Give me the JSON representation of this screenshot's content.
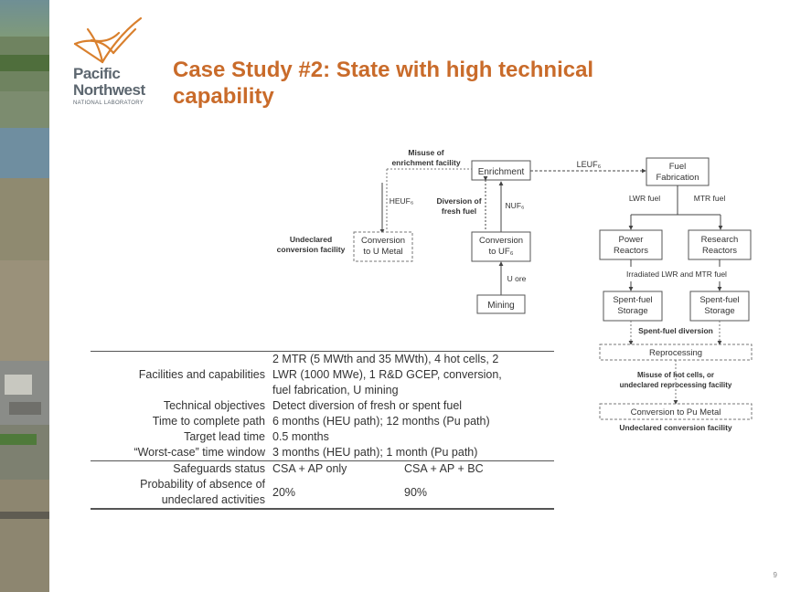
{
  "logo": {
    "line1": "Pacific",
    "line2": "Northwest",
    "line3": "NATIONAL LABORATORY"
  },
  "title": "Case Study #2: State with high technical capability",
  "diagram": {
    "misuse_enrichment": [
      "Misuse of",
      "enrichment facility"
    ],
    "enrichment": "Enrichment",
    "leuf6": "LEUF₆",
    "fuel_fabrication": [
      "Fuel",
      "Fabrication"
    ],
    "heuf6": "HEUF₆",
    "diversion_fresh": [
      "Diversion of",
      "fresh fuel"
    ],
    "nuf6": "NUF₆",
    "lwr_fuel": "LWR fuel",
    "mtr_fuel": "MTR fuel",
    "undeclared_conversion": [
      "Undeclared",
      "conversion facility"
    ],
    "conversion_u_metal": [
      "Conversion",
      "to U Metal"
    ],
    "conversion_uf6": [
      "Conversion",
      "to UF₆"
    ],
    "power_reactors": [
      "Power",
      "Reactors"
    ],
    "research_reactors": [
      "Research",
      "Reactors"
    ],
    "u_ore": "U ore",
    "irradiated": "Irradiated LWR and MTR fuel",
    "mining": "Mining",
    "spent_storage_1": [
      "Spent-fuel",
      "Storage"
    ],
    "spent_storage_2": [
      "Spent-fuel",
      "Storage"
    ],
    "spent_diversion": "Spent-fuel diversion",
    "reprocessing": "Reprocessing",
    "misuse_hot_cells": [
      "Misuse of hot cells, or",
      "undeclared reprocessing facility"
    ],
    "conversion_pu_metal": "Conversion to Pu Metal",
    "undeclared_conv_facility": "Undeclared conversion facility"
  },
  "table": {
    "facilities_intro": "2 MTR (5 MWth and 35 MWth), 4 hot cells, 2",
    "facilities_label": "Facilities and capabilities",
    "facilities_cont1": "LWR (1000 MWe), 1 R&D GCEP, conversion,",
    "facilities_cont2": "fuel fabrication, U mining",
    "objectives_label": "Technical objectives",
    "objectives_value": "Detect diversion of fresh or spent fuel",
    "time_label": "Time to complete path",
    "time_value": "6 months (HEU path); 12 months (Pu path)",
    "lead_label": "Target lead time",
    "lead_value": "0.5 months",
    "worst_label": "“Worst-case” time window",
    "worst_value": "3 months (HEU path); 1 month (Pu path)",
    "safeguards_label": "Safeguards status",
    "safeguards_a": "CSA + AP only",
    "safeguards_b": "CSA + AP + BC",
    "prob_label_1": "Probability of absence of",
    "prob_label_2": "undeclared activities",
    "prob_a": "20%",
    "prob_b": "90%"
  },
  "page_number": "9",
  "colors": {
    "title": "#c96b2a",
    "logo_orange": "#d9802e",
    "logo_gray": "#5d6770"
  }
}
